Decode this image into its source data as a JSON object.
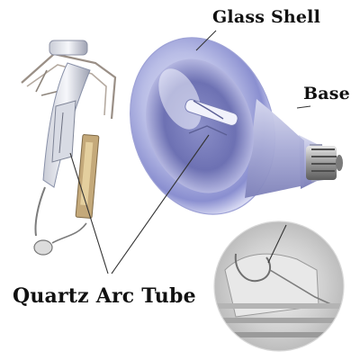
{
  "labels": {
    "glass_shell": "Glass Shell",
    "base": "Base",
    "quartz_arc_tube": "Quartz Arc Tube"
  },
  "colors": {
    "background": "#ffffff",
    "label_text": "#111111",
    "leader_line": "#333333"
  }
}
